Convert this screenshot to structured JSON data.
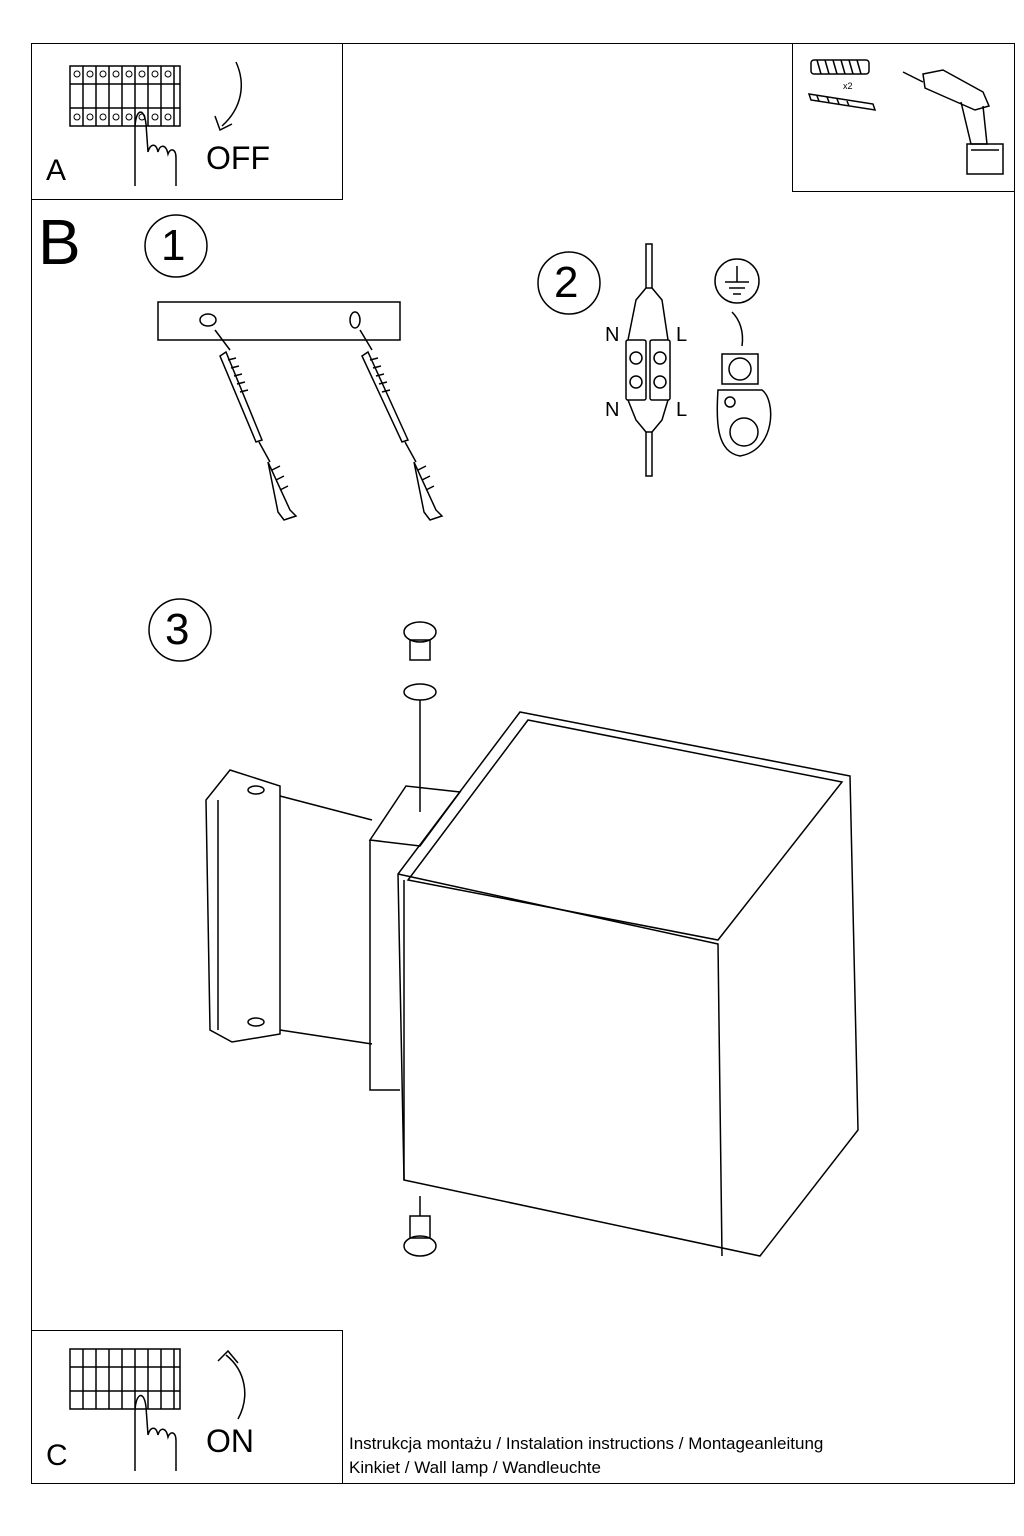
{
  "section_a": {
    "letter": "A",
    "action": "OFF"
  },
  "section_b": {
    "letter": "B"
  },
  "section_c": {
    "letter": "C",
    "action": "ON"
  },
  "steps": {
    "one": "1",
    "two": "2",
    "three": "3"
  },
  "tools": {
    "anchor_count": "x2"
  },
  "wiring": {
    "neutral": "N",
    "live": "L"
  },
  "footer": {
    "line1": "Instrukcja montażu / Instalation instructions / Montageanleitung",
    "line2": "Kinkiet  / Wall lamp / Wandleuchte"
  }
}
